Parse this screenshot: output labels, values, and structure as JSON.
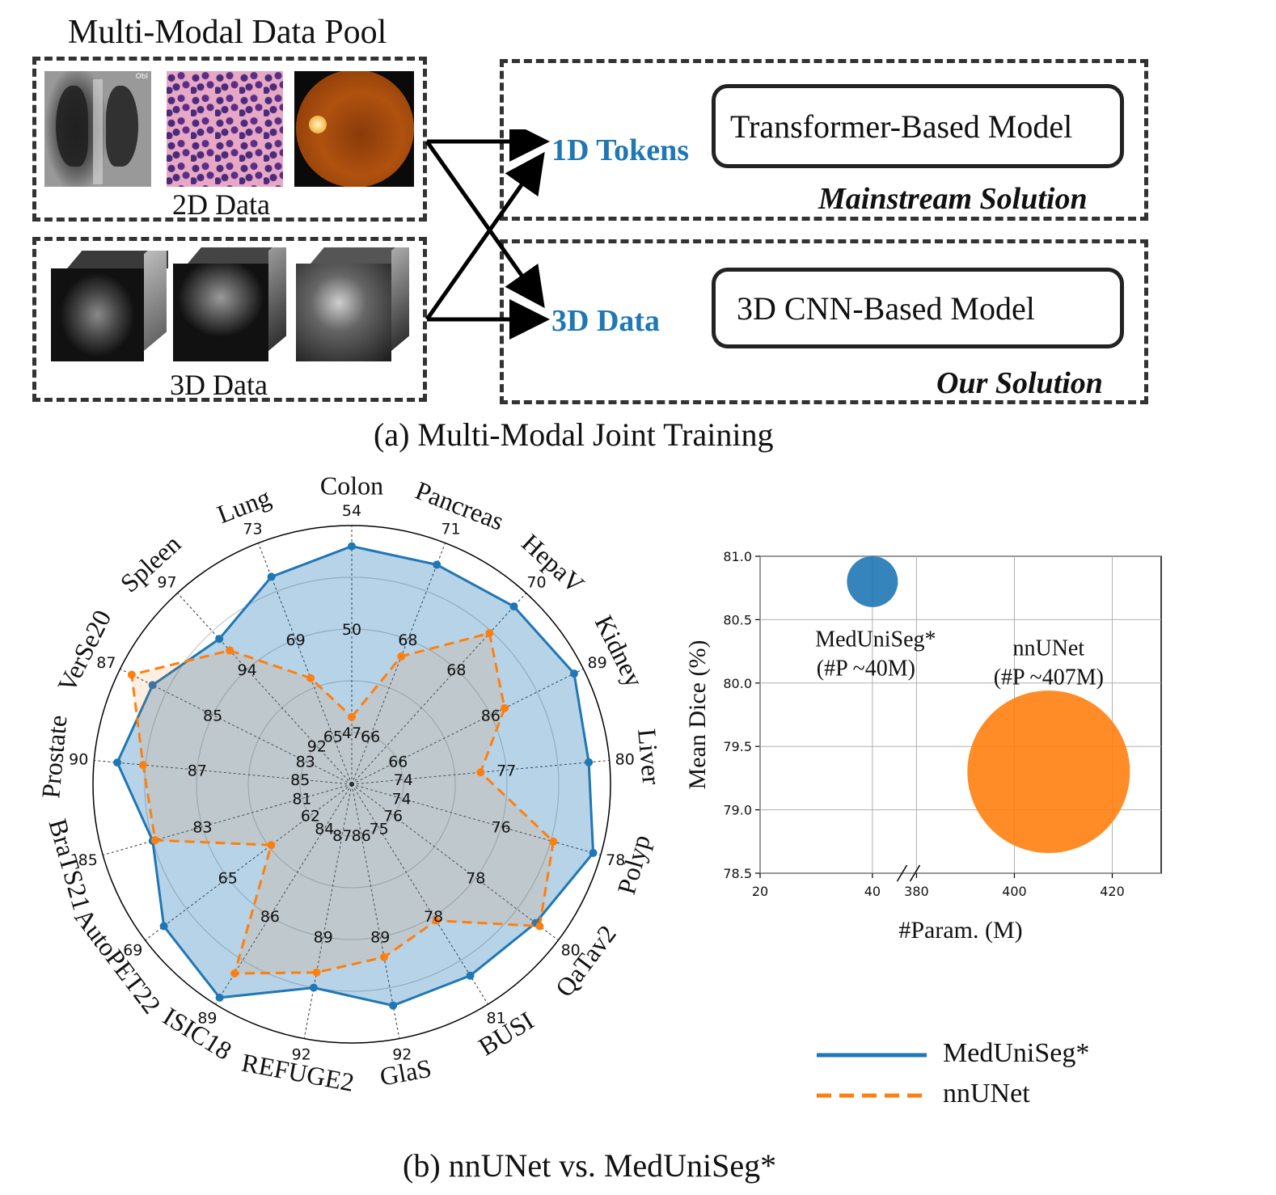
{
  "panel_a": {
    "pool_title": "Multi-Modal Data Pool",
    "data_2d_label": "2D Data",
    "data_3d_label": "3D Data",
    "tokens_label": "1D Tokens",
    "data3d_arrow_label": "3D Data",
    "transformer_model": "Transformer-Based Model",
    "cnn_model": "3D CNN-Based Model",
    "mainstream_solution": "Mainstream Solution",
    "our_solution": "Our Solution",
    "xray_tag": "Obl",
    "caption": "(a) Multi-Modal Joint Training"
  },
  "panel_b": {
    "caption": "(b) nnUNet vs. MedUniSeg*"
  },
  "legend": {
    "medgeneseg": "MedUniSeg*",
    "nnunet": "nnUNet"
  },
  "colors": {
    "medgeneseg": "#1f77b4",
    "nnunet": "#ff7f0e",
    "accent_blue_text": "#1f77b4"
  },
  "chart_data": [
    {
      "type": "radar",
      "axes": [
        "Colon",
        "Pancreas",
        "HepaV",
        "Kidney",
        "Liver",
        "Polyp",
        "QaTav2",
        "BUSI",
        "GlaS",
        "REFUGE2",
        "ISIC18",
        "AutoPET22",
        "BraTS21",
        "Prostate",
        "VerSe20",
        "Spleen",
        "Lung"
      ],
      "tick_labels": [
        [
          "47",
          "50",
          "54"
        ],
        [
          "66",
          "68",
          "71"
        ],
        [
          "68",
          "70"
        ],
        [
          "66",
          "86",
          "89"
        ],
        [
          "74",
          "77",
          "80"
        ],
        [
          "74",
          "76",
          "78"
        ],
        [
          "76",
          "78",
          "80"
        ],
        [
          "75",
          "78",
          "81"
        ],
        [
          "86",
          "89",
          "92"
        ],
        [
          "87",
          "89",
          "92"
        ],
        [
          "84",
          "86",
          "89"
        ],
        [
          "62",
          "65",
          "69"
        ],
        [
          "81",
          "83",
          "85"
        ],
        [
          "85",
          "87",
          "90"
        ],
        [
          "83",
          "85",
          "87"
        ],
        [
          "92",
          "94",
          "97"
        ],
        [
          "65",
          "69",
          "73"
        ]
      ],
      "series": [
        {
          "name": "MedUniSeg*",
          "style": "solid",
          "radius_fraction": [
            0.92,
            0.91,
            0.93,
            0.96,
            0.92,
            0.97,
            0.89,
            0.87,
            0.87,
            0.8,
            0.97,
            0.91,
            0.8,
            0.91,
            0.86,
            0.76,
            0.86
          ]
        },
        {
          "name": "nnUNet",
          "style": "dashed",
          "radius_fraction": [
            0.26,
            0.53,
            0.79,
            0.66,
            0.5,
            0.81,
            0.91,
            0.62,
            0.68,
            0.74,
            0.86,
            0.39,
            0.79,
            0.81,
            0.95,
            0.7,
            0.44
          ]
        }
      ]
    },
    {
      "type": "scatter",
      "xlabel": "#Param. (M)",
      "ylabel": "Mean Dice (%)",
      "xticks_left": [
        "20",
        "40"
      ],
      "xticks_right": [
        "380",
        "400",
        "420"
      ],
      "yticks": [
        "78.5",
        "79.0",
        "79.5",
        "80.0",
        "80.5",
        "81.0"
      ],
      "ylim": [
        78.5,
        81.0
      ],
      "grid": true,
      "points": [
        {
          "name": "MedUniSeg*",
          "label": "MedUniSeg*",
          "sublabel": "(#P ~40M)",
          "x": 40,
          "y": 80.8,
          "size": 40
        },
        {
          "name": "nnUNet",
          "label": "nnUNet",
          "sublabel": "(#P ~407M)",
          "x": 407,
          "y": 79.3,
          "size": 407
        }
      ]
    }
  ]
}
